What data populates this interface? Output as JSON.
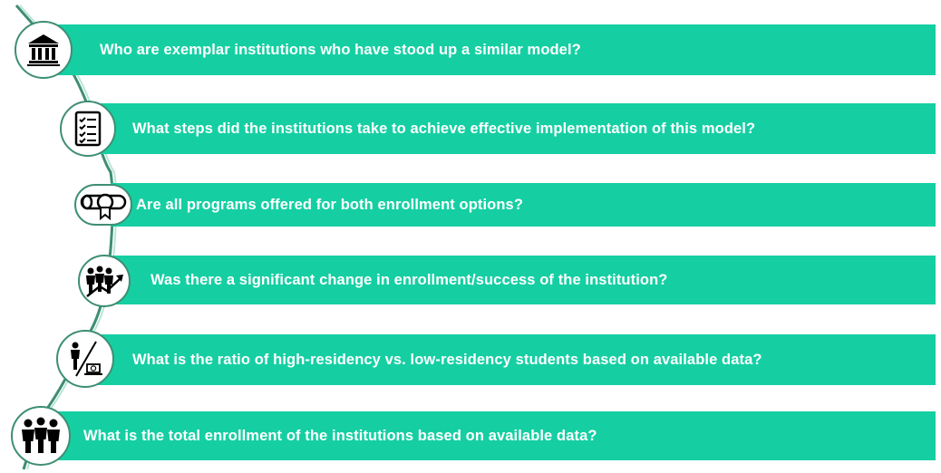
{
  "colors": {
    "bar": "#15cfa3",
    "ring": "#3f8e73",
    "curve": "#3f8e73",
    "icon": "#000000"
  },
  "steps": [
    {
      "icon": "institution-building-icon",
      "text": "Who are exemplar institutions who have stood up a similar model?"
    },
    {
      "icon": "checklist-icon",
      "text": "What steps did the institutions take to achieve effective implementation of this model?"
    },
    {
      "icon": "diploma-icon",
      "text": "Are all programs offered for both enrollment options?"
    },
    {
      "icon": "people-growth-icon",
      "text": "Was there a significant change in enrollment/success of the institution?"
    },
    {
      "icon": "person-vs-laptop-icon",
      "text": "What is the ratio of high-residency vs. low-residency students based on available data?"
    },
    {
      "icon": "group-people-icon",
      "text": "What is the total enrollment of the institutions based on available data?"
    }
  ]
}
